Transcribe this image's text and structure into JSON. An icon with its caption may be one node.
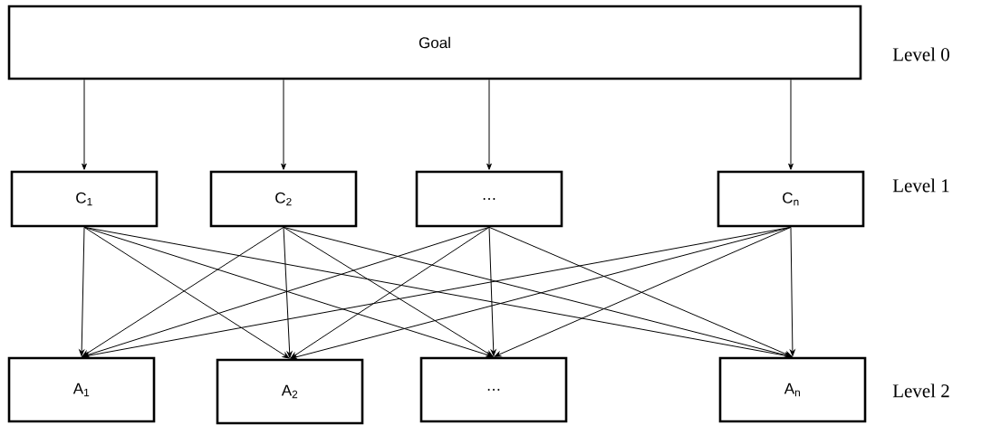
{
  "diagram": {
    "nodes": [
      {
        "text": [
          "Goal"
        ]
      },
      {
        "text": [
          "C$_{1}$"
        ]
      },
      {
        "text": [
          "C$_{2}$"
        ]
      },
      {
        "text": [
          "…"
        ]
      },
      {
        "text": [
          "C$_{n}$"
        ]
      },
      {
        "text": [
          "A$_{1}$"
        ]
      },
      {
        "text": [
          "A$_{2}$"
        ]
      },
      {
        "text": [
          "…"
        ]
      },
      {
        "text": [
          "A$_{n}$"
        ]
      }
    ],
    "edges": [
      {
        "from": 0,
        "to": 1,
        "arrow": "to"
      },
      {
        "from": 0,
        "to": 2,
        "arrow": "to"
      },
      {
        "from": 0,
        "to": 3,
        "arrow": "to"
      },
      {
        "from": 0,
        "to": 4,
        "arrow": "to"
      },
      {
        "from": 1,
        "to": 5,
        "arrow": "to"
      },
      {
        "from": 1,
        "to": 6,
        "arrow": "to"
      },
      {
        "from": 1,
        "to": 7,
        "arrow": "to"
      },
      {
        "from": 1,
        "to": 8,
        "arrow": "to"
      },
      {
        "from": 2,
        "to": 5,
        "arrow": "to"
      },
      {
        "from": 2,
        "to": 6,
        "arrow": "to"
      },
      {
        "from": 2,
        "to": 7,
        "arrow": "to"
      },
      {
        "from": 2,
        "to": 8,
        "arrow": "to"
      },
      {
        "from": 3,
        "to": 5,
        "arrow": "to"
      },
      {
        "from": 3,
        "to": 6,
        "arrow": "to"
      },
      {
        "from": 3,
        "to": 7,
        "arrow": "to"
      },
      {
        "from": 3,
        "to": 8,
        "arrow": "to"
      },
      {
        "from": 4,
        "to": 5,
        "arrow": "to"
      },
      {
        "from": 4,
        "to": 6,
        "arrow": "to"
      },
      {
        "from": 4,
        "to": 7,
        "arrow": "to"
      },
      {
        "from": 4,
        "to": 8,
        "arrow": "to"
      }
    ],
    "labels": [
      "Level 0",
      "Level 1",
      "Level 2"
    ]
  }
}
